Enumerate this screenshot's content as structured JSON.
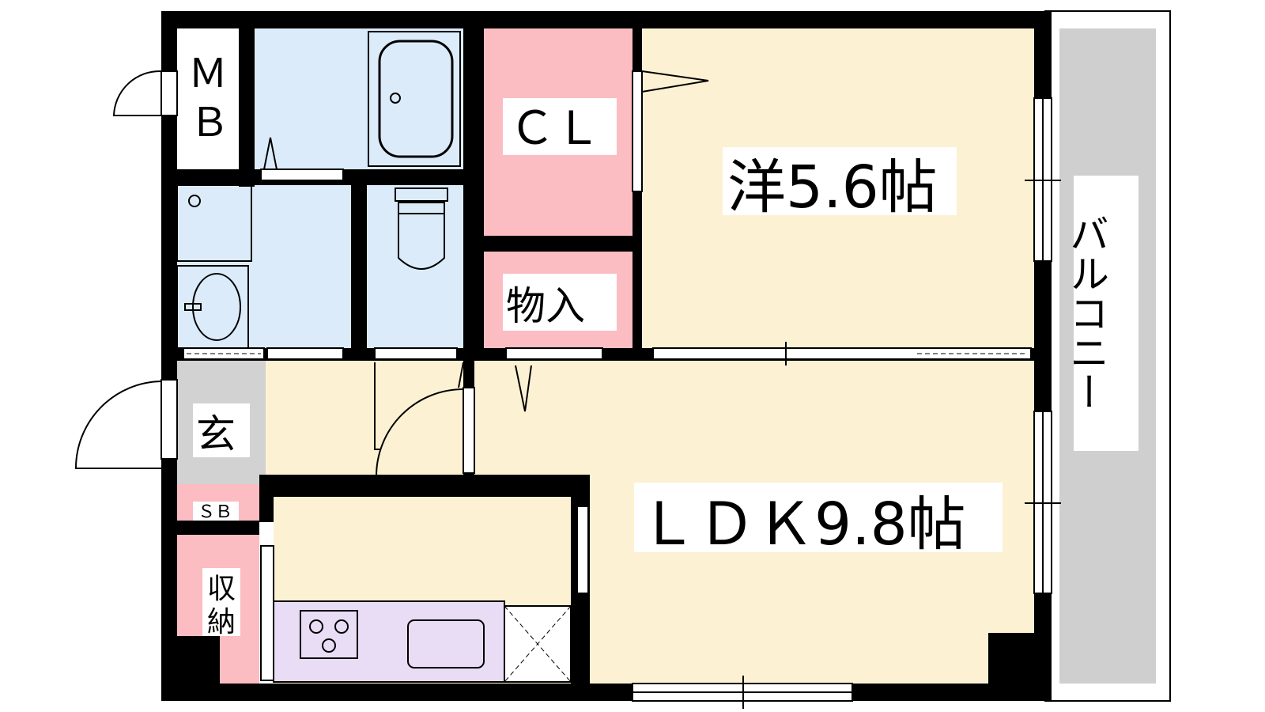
{
  "rooms": {
    "western": {
      "name": "洋5.6帖"
    },
    "ldk": {
      "name": "ＬＤＫ9.8帖"
    },
    "closet": {
      "name": "ＣＬ"
    },
    "storage": {
      "name": "物入"
    },
    "meter_box_top": "Ｍ",
    "meter_box_bottom": "Ｂ",
    "entrance": {
      "name": "玄"
    },
    "shoe_box": {
      "name": "ＳＢ"
    },
    "storage_small_top": "収",
    "storage_small_bottom": "納",
    "balcony": {
      "name": "バルコニー"
    }
  },
  "colors": {
    "wall": "#000000",
    "wet_area": "#dcebfa",
    "living": "#fdf1d3",
    "storage": "#fbbcc2",
    "entrance": "#d2d2d2",
    "balcony": "#cfcfcf",
    "kitchen": "#e8ddf5"
  }
}
